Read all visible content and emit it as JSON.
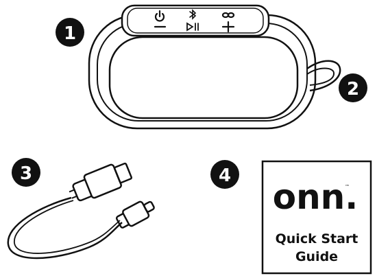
{
  "badges": {
    "speaker": "1",
    "strap": "2",
    "cable": "3",
    "guide": "4"
  },
  "speaker_buttons": {
    "top_row": [
      "power-icon",
      "bluetooth-icon",
      "infinity-link-icon"
    ],
    "bottom_row": [
      "minus-icon",
      "play-pause-icon",
      "plus-icon"
    ]
  },
  "guide_card": {
    "brand": "onn.",
    "trademark": "™",
    "line1": "Quick Start",
    "line2": "Guide"
  },
  "colors": {
    "ink": "#111111",
    "background": "#ffffff"
  }
}
